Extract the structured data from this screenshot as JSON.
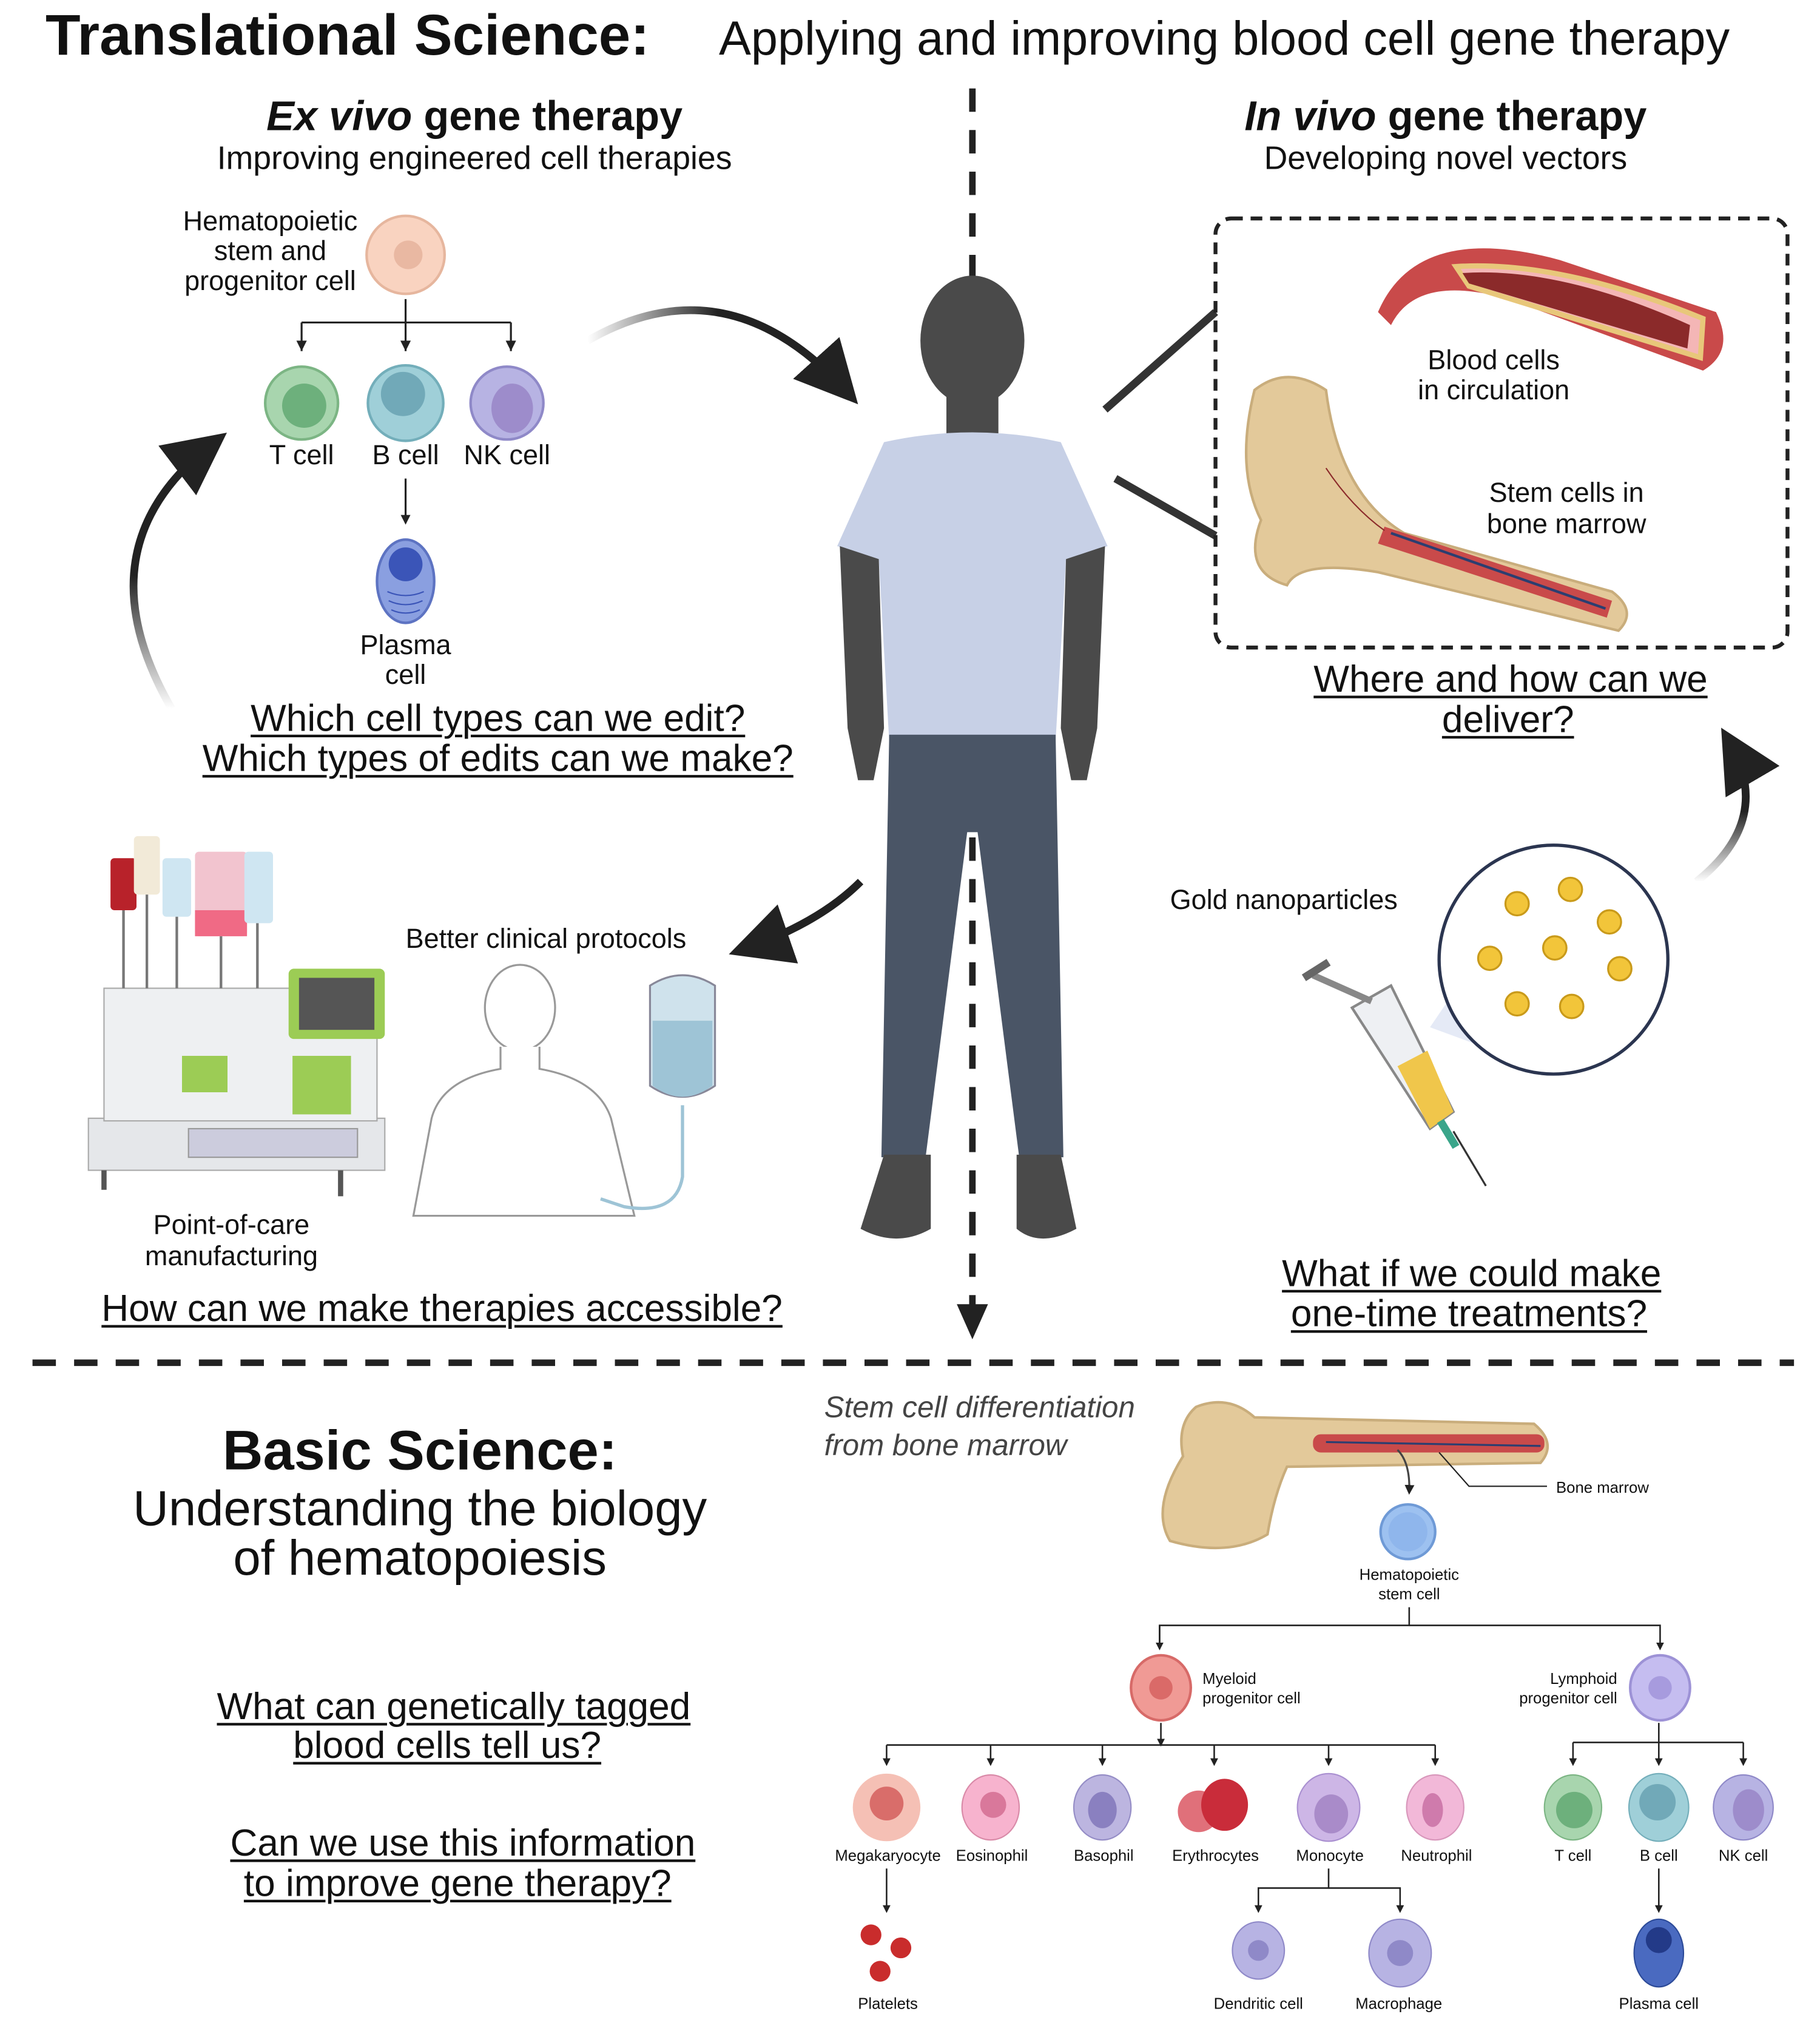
{
  "title": {
    "bold": "Translational Science:",
    "rest": "Applying and improving blood cell gene therapy"
  },
  "ex_vivo": {
    "heading_italic": "Ex vivo",
    "heading_rest": "gene therapy",
    "subtitle": "Improving engineered cell therapies",
    "hspc_label": [
      "Hematopoietic",
      "stem and",
      "progenitor cell"
    ],
    "cells": [
      "T cell",
      "B cell",
      "NK cell"
    ],
    "plasma_label": [
      "Plasma",
      "cell"
    ],
    "questions": [
      "Which cell types can we edit?",
      "Which types of edits can we make?"
    ],
    "poc_label": [
      "Point-of-care",
      "manufacturing"
    ],
    "protocols_label": "Better clinical protocols",
    "access_question": "How can we make therapies accessible?"
  },
  "in_vivo": {
    "heading_italic": "In vivo",
    "heading_rest": "gene therapy",
    "subtitle": "Developing novel vectors",
    "blood_label": [
      "Blood cells",
      "in circulation"
    ],
    "marrow_label": [
      "Stem cells in",
      "bone marrow"
    ],
    "deliver_question": [
      "Where and how can we",
      "deliver?"
    ],
    "nano_label": "Gold nanoparticles",
    "onetime_question": [
      "What if we could make",
      "one-time treatments?"
    ]
  },
  "basic": {
    "heading": "Basic Science:",
    "subtitle": [
      "Understanding the biology",
      "of hematopoiesis"
    ],
    "questions": [
      [
        "What can genetically tagged",
        "blood cells tell us?"
      ],
      [
        "Can we use this information",
        "to improve gene therapy?"
      ]
    ]
  },
  "tree": {
    "caption": [
      "Stem cell differentiation",
      "from bone marrow"
    ],
    "bone_marrow": "Bone marrow",
    "hsc": [
      "Hematopoietic",
      "stem cell"
    ],
    "myeloid": [
      "Myeloid",
      "progenitor cell"
    ],
    "lymphoid": [
      "Lymphoid",
      "progenitor cell"
    ],
    "myeloid_cells": [
      "Megakaryocyte",
      "Eosinophil",
      "Basophil",
      "Erythrocytes",
      "Monocyte",
      "Neutrophil"
    ],
    "lymphoid_cells": [
      "T cell",
      "B cell",
      "NK cell"
    ],
    "platelets": "Platelets",
    "dendritic": "Dendritic cell",
    "macrophage": "Macrophage",
    "plasma": "Plasma cell"
  },
  "colors": {
    "t_cell": "#a8d5ae",
    "b_cell": "#9fcfd8",
    "nk_cell": "#b7b3e3",
    "hspc": "#f9d3c0",
    "gold": "#f2c53a",
    "shirt": "#c7d0e6",
    "pants": "#4a5566",
    "skin": "#4a4a4a"
  }
}
